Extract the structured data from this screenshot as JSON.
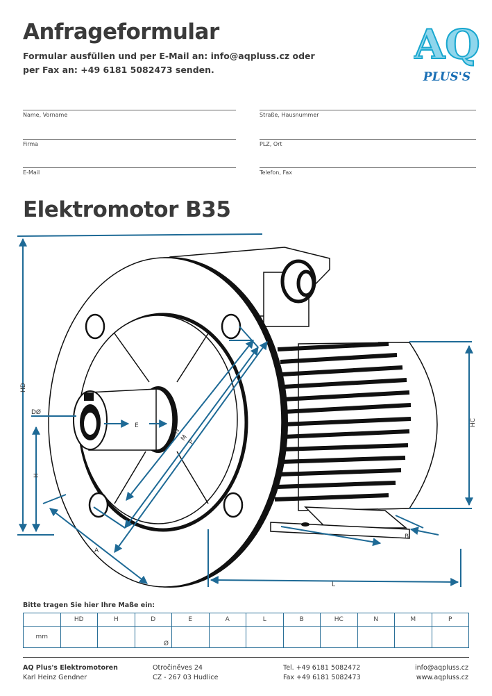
{
  "header": {
    "title": "Anfrageformular",
    "subtitle_line1": "Formular ausfüllen und per E-Mail an: info@aqpluss.cz oder",
    "subtitle_line2": "per Fax an: +49 6181 5082473 senden."
  },
  "logo": {
    "mark": "AQ",
    "text": "PLUS'S",
    "color": "#19a7cf",
    "text_color": "#1a6fb5"
  },
  "form": {
    "name_label": "Name, Vorname",
    "street_label": "Straße, Hausnummer",
    "company_label": "Firma",
    "zip_label": "PLZ, Ort",
    "email_label": "E-Mail",
    "phone_label": "Telefon, Fax"
  },
  "section_title": "Elektromotor B35",
  "drawing": {
    "dim_color": "#1e6a96",
    "labels": {
      "hd": "HD",
      "h": "H",
      "dd": "DØ",
      "e": "E",
      "a": "A",
      "b": "B",
      "l": "L",
      "hc": "HC",
      "n": "N",
      "m": "M",
      "p": "P"
    }
  },
  "table": {
    "note": "Bitte tragen Sie hier  Ihre Maße ein:",
    "headers": [
      "",
      "HD",
      "H",
      "D",
      "E",
      "A",
      "L",
      "B",
      "HC",
      "N",
      "M",
      "P"
    ],
    "row_label": "mm",
    "d_symbol": "Ø"
  },
  "footer": {
    "company": "AQ Plus's Elektromotoren",
    "person": "Karl Heinz Gendner",
    "street": "Otročiněves 24",
    "city": "CZ - 267 03 Hudlice",
    "phone": "Tel. +49 6181 5082472",
    "fax": "Fax +49 6181 5082473",
    "email": "info@aqpluss.cz",
    "web": "www.aqpluss.cz"
  }
}
